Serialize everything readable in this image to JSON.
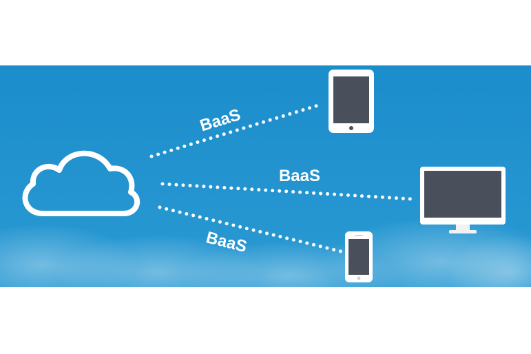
{
  "colors": {
    "page_background": "#ffffff",
    "sky_top": "#1d8fcc",
    "sky_bottom": "#2e9fd6",
    "cloud_outline": "#ffffff",
    "device_frame": "#ffffff",
    "device_screen": "#4a4f5c",
    "connector_dots": "#ffffff"
  },
  "diagram": {
    "source_icon": "cloud-icon",
    "connections": [
      {
        "label": "BaaS",
        "target_icon": "tablet-icon"
      },
      {
        "label": "BaaS",
        "target_icon": "monitor-icon"
      },
      {
        "label": "BaaS",
        "target_icon": "smartphone-icon"
      }
    ]
  }
}
